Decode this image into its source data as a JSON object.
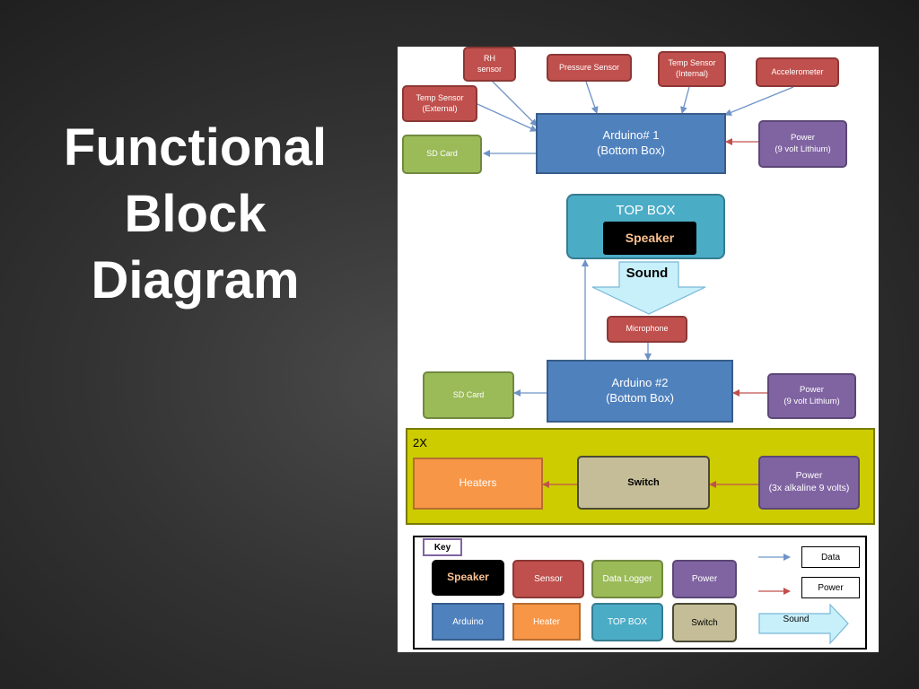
{
  "slide": {
    "title_lines": [
      "Functional",
      "Block",
      "Diagram"
    ]
  },
  "diagram": {
    "rh_sensor": "RH\nsensor",
    "pressure_sensor": "Pressure Sensor",
    "temp_internal": "Temp Sensor\n(Internal)",
    "accelerometer": "Accelerometer",
    "temp_external": "Temp Sensor\n(External)",
    "sd_card_1": "SD Card",
    "arduino1": "Arduino# 1\n(Bottom Box)",
    "power1": "Power\n(9 volt Lithium)",
    "top_box": "TOP BOX",
    "speaker": "Speaker",
    "sound": "Sound",
    "microphone": "Microphone",
    "sd_card_2": "SD Card",
    "arduino2": "Arduino #2\n(Bottom Box)",
    "power2": "Power\n(9 volt Lithium)",
    "twox": "2X",
    "heaters": "Heaters",
    "switch": "Switch",
    "power3": "Power\n(3x alkaline 9 volts)"
  },
  "key": {
    "title": "Key",
    "speaker": "Speaker",
    "sensor": "Sensor",
    "data_logger": "Data Logger",
    "power": "Power",
    "arduino": "Arduino",
    "heater": "Heater",
    "top_box": "TOP BOX",
    "switch": "Switch",
    "data_label": "Data",
    "power_label": "Power",
    "sound_label": "Sound"
  },
  "colors": {
    "sensor": "#c0504d",
    "arduino": "#4f81bd",
    "data_logger": "#9bbb59",
    "power": "#8064a2",
    "heater": "#f79646",
    "switch": "#c4bd97",
    "top_box": "#4bacc6",
    "speaker": "#000000",
    "frame_2x": "#cccc00",
    "data_arrow": "#6f93c6",
    "power_arrow": "#c0504d",
    "sound_arrow": "#c8f0fa"
  }
}
